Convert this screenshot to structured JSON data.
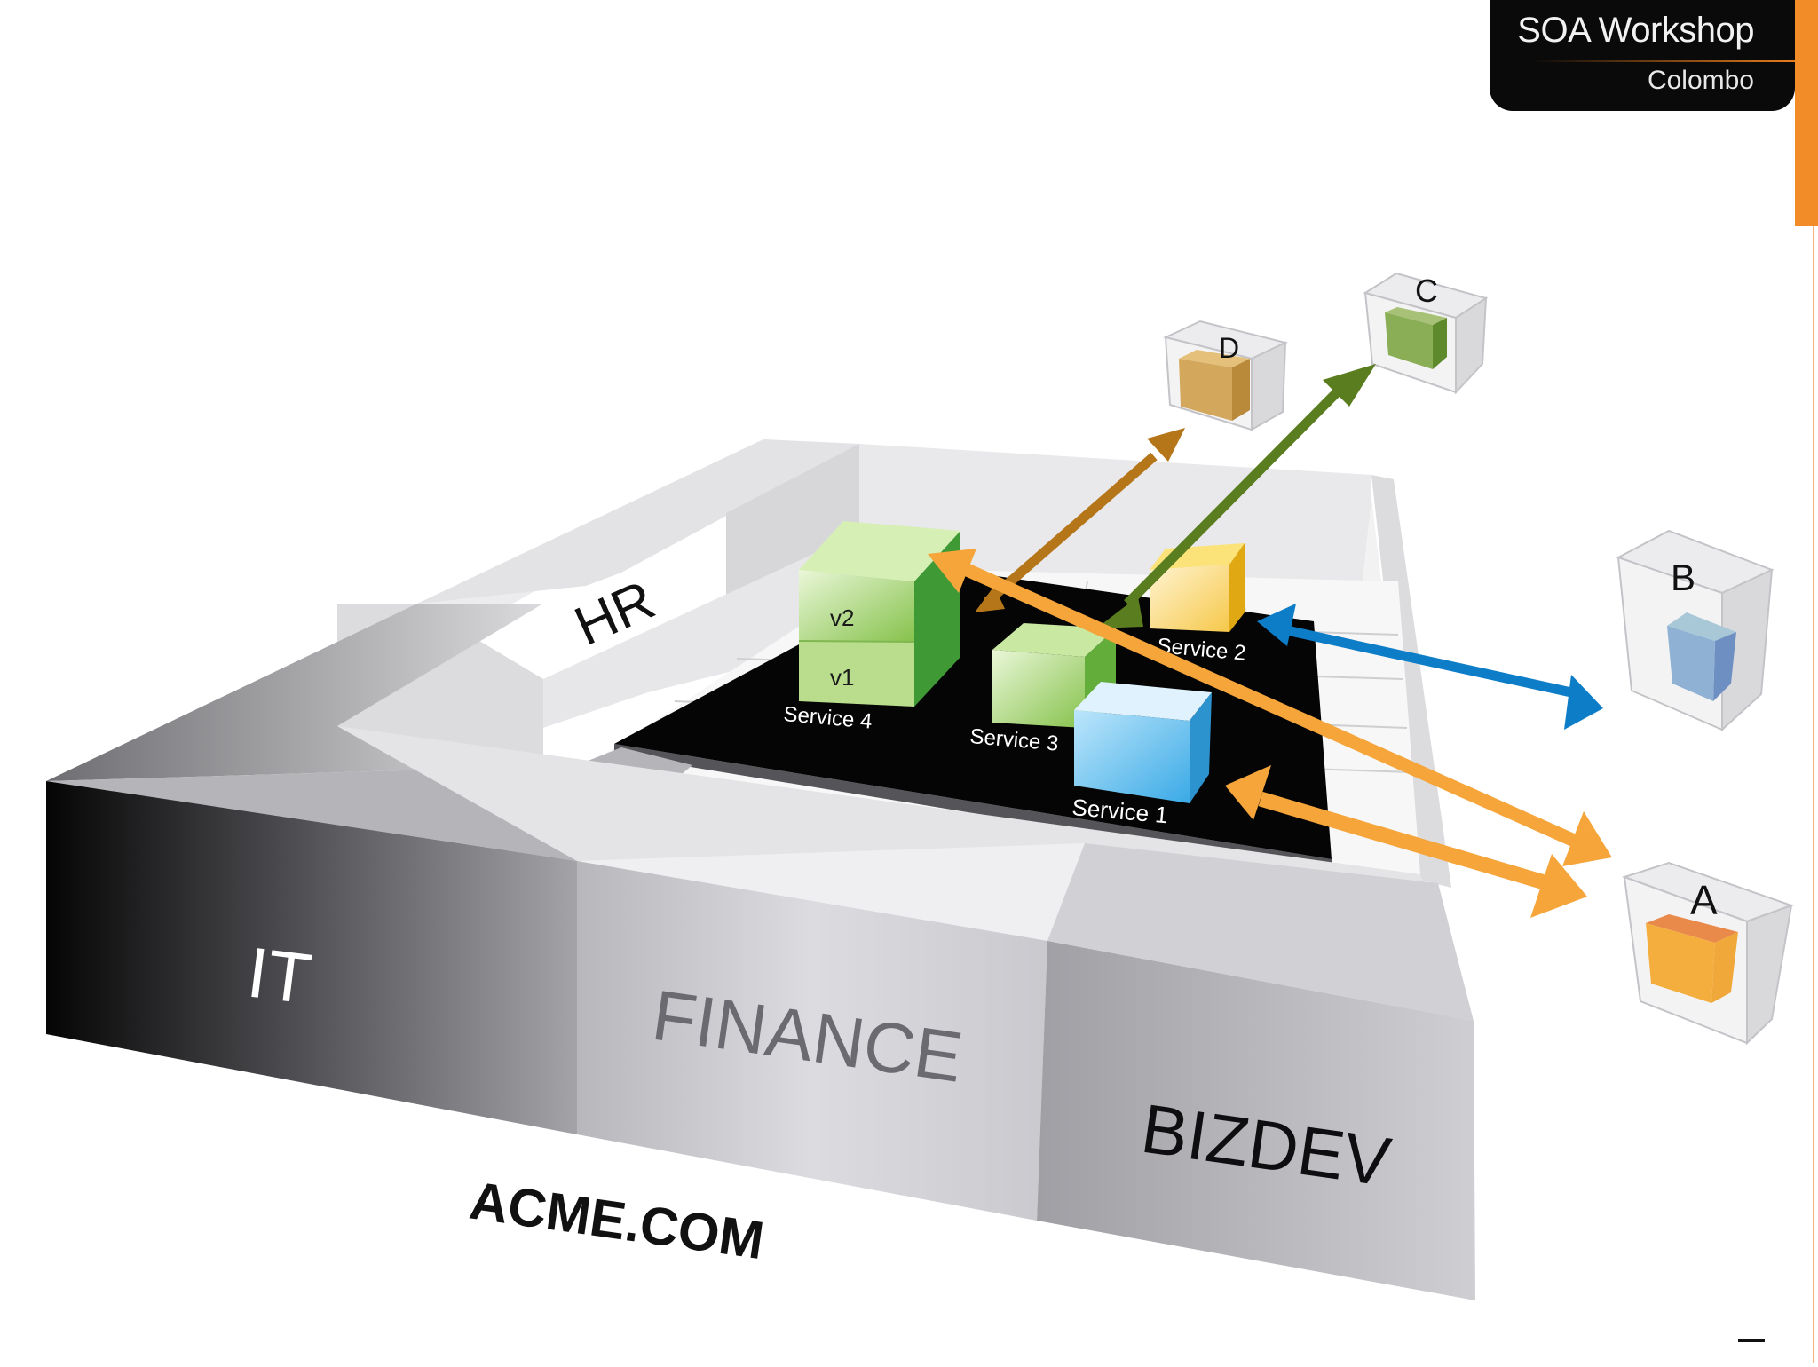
{
  "header": {
    "title": "SOA Workshop",
    "subtitle": "Colombo"
  },
  "colors": {
    "accent_orange": "#f28c28",
    "arrow_orange": "#f5a53a",
    "arrow_brown": "#b5761a",
    "arrow_green": "#5a7d1f",
    "arrow_blue": "#0e7dc8",
    "service_green": "#8ccf4e",
    "service_blue": "#6cc3f0",
    "service_yellow": "#f7d23a"
  },
  "departments": {
    "it": "IT",
    "finance": "FINANCE",
    "bizdev": "BIZDEV",
    "hr": "HR"
  },
  "company": "ACME.COM",
  "services": {
    "s1": "Service 1",
    "s2": "Service 2",
    "s3": "Service 3",
    "s4": "Service 4",
    "s4_v1": "v1",
    "s4_v2": "v2"
  },
  "consumers": {
    "a": "A",
    "b": "B",
    "c": "C",
    "d": "D"
  }
}
